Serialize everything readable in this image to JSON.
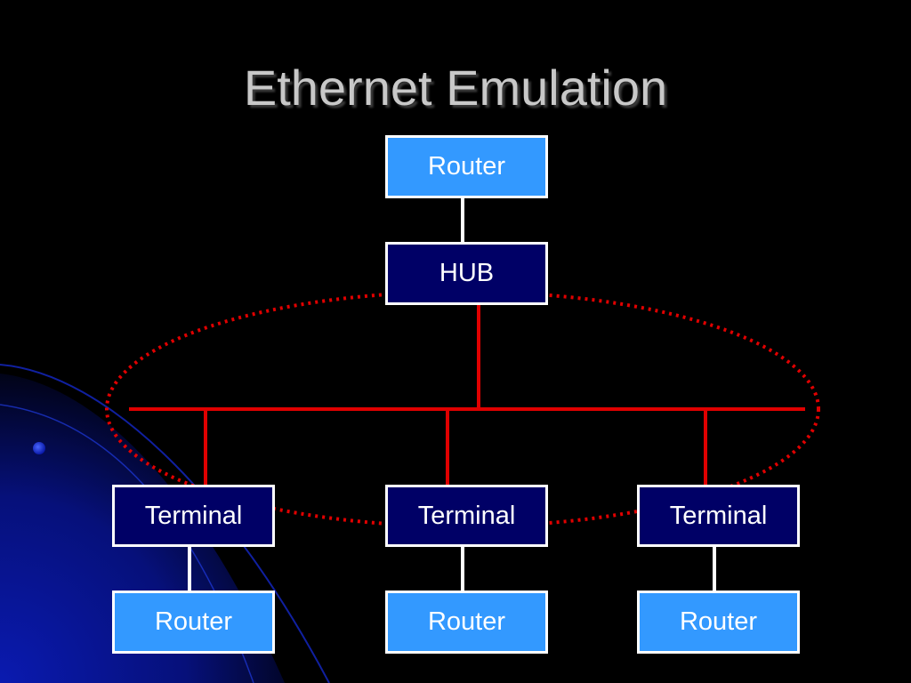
{
  "slide": {
    "title": "Ethernet Emulation"
  },
  "colors": {
    "background": "#000000",
    "router_box": "#3399ff",
    "hub_terminal_box": "#000066",
    "box_border": "#ffffff",
    "bus_line": "#e00000",
    "emulation_ellipse": "#e00000",
    "tree_connector": "#ffffff",
    "decoration": "#0a1aa8"
  },
  "diagram": {
    "top_router": {
      "label": "Router"
    },
    "hub": {
      "label": "HUB"
    },
    "terminals": [
      {
        "label": "Terminal"
      },
      {
        "label": "Terminal"
      },
      {
        "label": "Terminal"
      }
    ],
    "bottom_routers": [
      {
        "label": "Router"
      },
      {
        "label": "Router"
      },
      {
        "label": "Router"
      }
    ]
  }
}
